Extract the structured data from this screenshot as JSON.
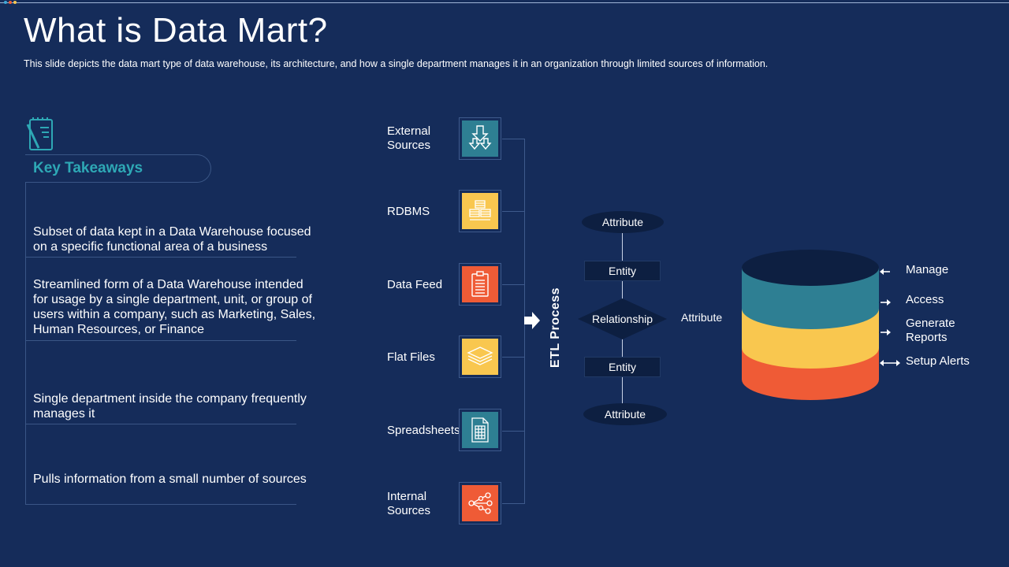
{
  "slide": {
    "title": "What is Data Mart?",
    "subtitle": "This slide depicts the data mart type of data warehouse, its architecture, and how a single department manages it in an organization through limited sources of information."
  },
  "takeaways": {
    "heading": "Key Takeaways",
    "items": [
      "Subset of data kept in a Data Warehouse focused on a specific functional area of a business",
      "Streamlined form of a Data Warehouse intended for usage by a single department, unit, or group of users within a company, such as Marketing, Sales, Human Resources, or Finance",
      "Single department inside the company frequently manages it",
      "Pulls information from a small number of sources"
    ]
  },
  "sources": [
    {
      "label": "External Sources",
      "icon": "download-arrows-icon",
      "color": "#2e7f93"
    },
    {
      "label": "RDBMS",
      "icon": "database-grid-icon",
      "color": "#f9c74f"
    },
    {
      "label": "Data Feed",
      "icon": "clipboard-list-icon",
      "color": "#ef5b36"
    },
    {
      "label": "Flat Files",
      "icon": "layers-icon",
      "color": "#f9c74f"
    },
    {
      "label": "Spreadsheets",
      "icon": "spreadsheet-icon",
      "color": "#2e7f93"
    },
    {
      "label": "Internal Sources",
      "icon": "share-network-icon",
      "color": "#ef5b36"
    }
  ],
  "etl": {
    "label": "ETL Process",
    "diagram": {
      "attribute_top": "Attribute",
      "entity_top": "Entity",
      "relationship": "Relationship",
      "attribute_side": "Attribute",
      "entity_bottom": "Entity",
      "attribute_bottom": "Attribute"
    }
  },
  "database": {
    "colors": {
      "top": "#0d1f41",
      "teal": "#2e7f93",
      "yellow": "#f9c74f",
      "orange": "#ef5b36"
    },
    "actions": [
      "Manage",
      "Access",
      "Generate Reports",
      "Setup Alerts"
    ]
  }
}
